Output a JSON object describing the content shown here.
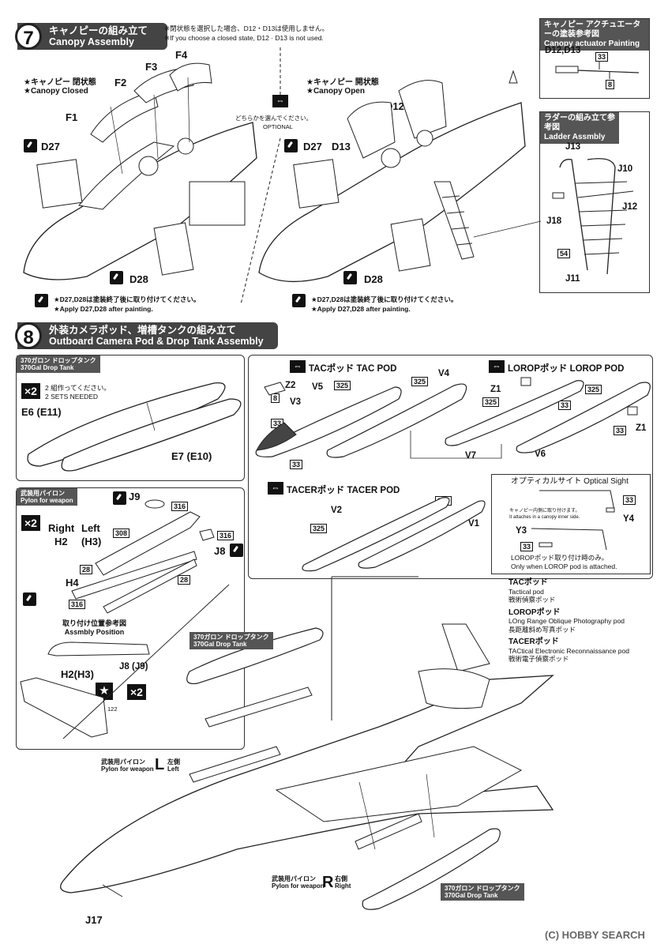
{
  "step7": {
    "number": "7",
    "title_jp": "キャノピーの組み立て",
    "title_en": "Canopy Assembly",
    "note_jp": "※閉状態を選択した場合、D12・D13は使用しません。",
    "note_en": "※If you choose a closed state, D12 · D13 is not used.",
    "closed_jp": "★キャノピー 閉状態",
    "closed_en": "★Canopy Closed",
    "open_jp": "★キャノピー 開状態",
    "open_en": "★Canopy Open",
    "optional_jp": "どちらかを選んでください。",
    "optional_en": "OPTIONAL",
    "parts": {
      "f1": "F1",
      "f2": "F2",
      "f3": "F3",
      "f4": "F4",
      "d12": "D12",
      "d13": "D13",
      "d27a": "D27",
      "d28a": "D28",
      "d27b": "D27",
      "d28b": "D28"
    },
    "paint_note_jp_a": "★D27,D28は塗装終了後に取り付けてください。",
    "paint_note_en_a": "★Apply D27,D28 after painting.",
    "paint_note_jp_b": "★D27,D28は塗装終了後に取り付けてください。",
    "paint_note_en_b": "★Apply D27,D28 after painting."
  },
  "canopy_actuator": {
    "title_jp": "キャノピー アクチュエーターの塗装参考図",
    "title_en": "Canopy actuator Painting",
    "part": "D12,D13",
    "color_a": "33",
    "color_b": "8"
  },
  "ladder": {
    "title_jp": "ラダーの組み立て参考図",
    "title_en": "Ladder Assmbly",
    "parts": {
      "j13": "J13",
      "j10": "J10",
      "j12": "J12",
      "j18": "J18",
      "j11": "J11"
    },
    "color": "54"
  },
  "step8": {
    "number": "8",
    "title_jp": "外装カメラポッド、増槽タンクの組み立て",
    "title_en": "Outboard Camera Pod & Drop Tank Assembly"
  },
  "droptank_box": {
    "title_jp": "370ガロン ドロップタンク",
    "title_en": "370Gal Drop Tank",
    "qty": "×2",
    "sets_jp": "2 組作ってください。",
    "sets_en": "2 SETS NEEDED",
    "part_a": "E6 (E11)",
    "part_b": "E7 (E10)"
  },
  "pylon_box": {
    "title_jp": "武装用パイロン",
    "title_en": "Pylon for weapon",
    "qty": "×2",
    "right": "Right",
    "left": "Left",
    "h2": "H2",
    "h3": "(H3)",
    "j9": "J9",
    "j8": "J8",
    "h4": "H4",
    "c316a": "316",
    "c316b": "316",
    "c316c": "316",
    "c308": "308",
    "c28a": "28",
    "c28b": "28",
    "pos_jp": "取り付け位置参考図",
    "pos_en": "Assmbly Position",
    "j8j9": "J8 (J9)",
    "h2h3": "H2(H3)",
    "star_qty": "×2",
    "decal": "122"
  },
  "pods_box": {
    "tac_title": "TACポッド TAC POD",
    "lorop_title": "LOROPポッド LOROP POD",
    "tacer_title": "TACERポッド TACER POD",
    "tac_parts": {
      "z2": "Z2",
      "v3": "V3",
      "v5": "V5",
      "v4": "V4",
      "c8": "8",
      "c33a": "33",
      "c33b": "33",
      "c325a": "325",
      "c325b": "325"
    },
    "lorop_parts": {
      "z1a": "Z1",
      "z1b": "Z1",
      "v7": "V7",
      "v6": "V6",
      "c325a": "325",
      "c325b": "325",
      "c33a": "33",
      "c33b": "33"
    },
    "tacer_parts": {
      "v2": "V2",
      "v1": "V1",
      "c325a": "325",
      "c325b": "325"
    },
    "sight_title": "オプティカルサイト Optical Sight",
    "sight_parts": {
      "y4": "Y4",
      "y3": "Y3",
      "c33a": "33",
      "c33b": "33"
    },
    "sight_inner_jp": "キャノピー内側に取り付けます。",
    "sight_inner_en": "It attaches in a canopy inner side.",
    "sight_note_jp": "LOROPポッド取り付け時のみ。",
    "sight_note_en": "Only when LOROP pod is attached."
  },
  "legend": [
    {
      "head": "TACポッド",
      "line1": "Tactical pod",
      "line2": "戦術偵察ポッド"
    },
    {
      "head": "LOROPポッド",
      "line1": "LOng Range Oblique Photography pod",
      "line2": "長距離斜め写真ポッド"
    },
    {
      "head": "TACERポッド",
      "line1": "TACtical Electronic Reconnaissance pod",
      "line2": "戦術電子偵察ポッド"
    }
  ],
  "main_labels": {
    "tank_top_jp": "370ガロン ドロップタンク",
    "tank_top_en": "370Gal Drop Tank",
    "pylon_l_jp": "武装用パイロン",
    "pylon_l_en": "Pylon for weapon",
    "pylon_l_letter": "L",
    "pylon_l_side_jp": "左側",
    "pylon_l_side_en": "Left",
    "pylon_r_jp": "武装用パイロン",
    "pylon_r_en": "Pylon for weapon",
    "pylon_r_letter": "R",
    "pylon_r_side_jp": "右側",
    "pylon_r_side_en": "Right",
    "tank_bot_jp": "370ガロン ドロップタンク",
    "tank_bot_en": "370Gal Drop Tank",
    "j17": "J17"
  },
  "watermark": "(C) HOBBY SEARCH",
  "colors": {
    "header": "#444444",
    "ink": "#111111"
  }
}
